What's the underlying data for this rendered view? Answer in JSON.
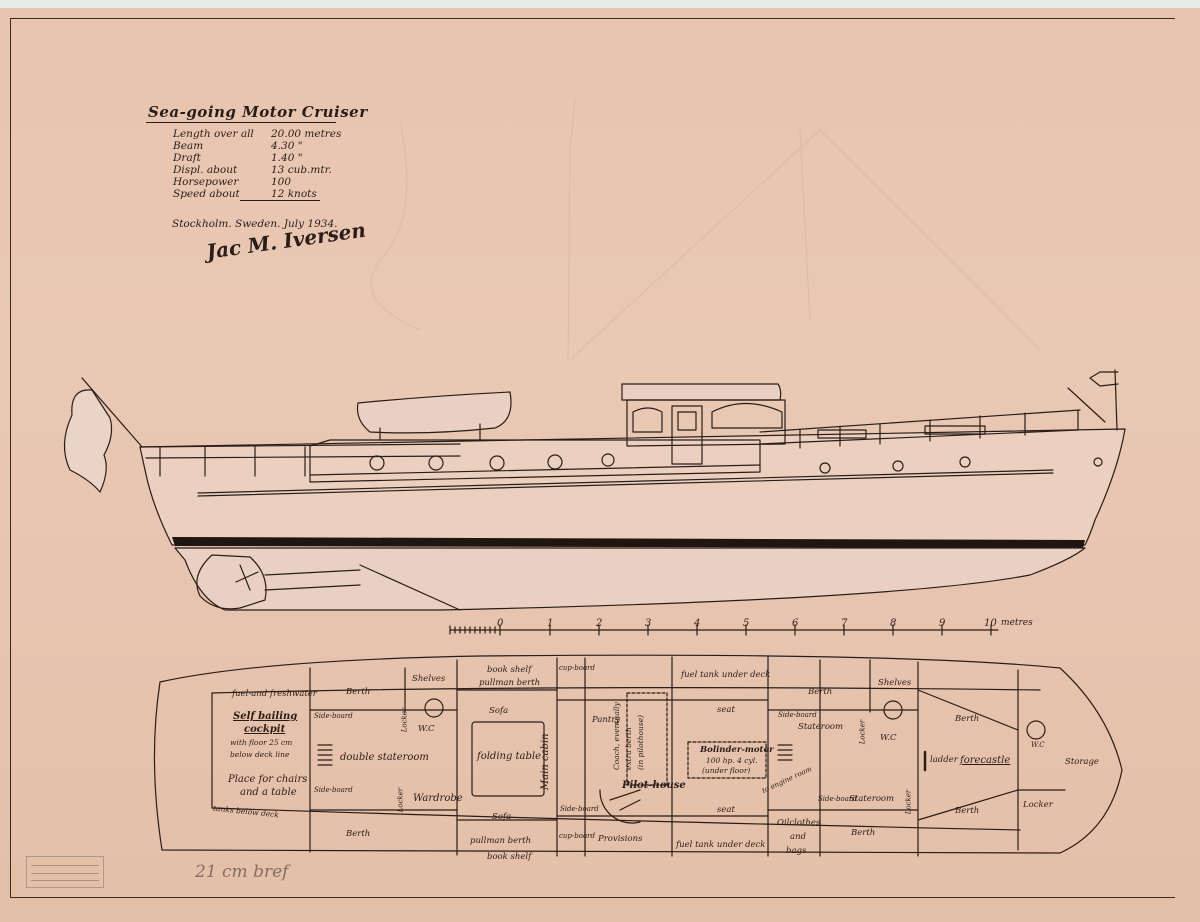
{
  "title": "Sea-going Motor Cruiser",
  "specs": [
    {
      "label": "Length over all",
      "value": "20.00 metres"
    },
    {
      "label": "Beam",
      "value": "4.30 \""
    },
    {
      "label": "Draft",
      "value": "1.40 \""
    },
    {
      "label": "Displ.   about",
      "value": "13 cub.mtr."
    },
    {
      "label": "Horsepower",
      "value": "100"
    },
    {
      "label": "Speed    about",
      "value": "12 knots"
    }
  ],
  "place_date": "Stockholm. Sweden. July 1934.",
  "signature": "Jac M. Iversen",
  "pencil_note": "21 cm bref",
  "scale": {
    "numbers": [
      "0",
      "1",
      "2",
      "3",
      "4",
      "5",
      "6",
      "7",
      "8",
      "9",
      "10"
    ],
    "unit": "metres"
  },
  "plan_labels": {
    "fuel_freshwater": "fuel-and freshwater",
    "berth_port_aft": "Berth",
    "shelves_aft": "Shelves",
    "book_shelf_top": "book shelf",
    "pullman_berth_top": "pullman berth",
    "cupboard_top": "cup-board",
    "fuel_tank_top": "fuel tank under deck",
    "berth_fwd_port": "Berth",
    "shelves_fwd": "Shelves",
    "self_bailing": "Self bailing",
    "cockpit": "cockpit",
    "floor_note_1": "with floor 25 cm",
    "floor_note_2": "below deck line",
    "sideboard_1": "Side-board",
    "wc_aft": "W.C",
    "locker_1": "Locker",
    "sofa_top": "Sofa",
    "pantry": "Pantry",
    "coach_note_1": "Coach, eventually",
    "coach_note_2": "extra berth",
    "coach_note_3": "(in pilothouse)",
    "seat_1": "seat",
    "sideboard_2": "Side-board",
    "stateroom_fwd": "Stateroom",
    "locker_2": "Locker",
    "wc_fwd": "W.C",
    "berth_fwd_room": "Berth",
    "double_stateroom": "double stateroom",
    "folding_table": "folding table",
    "main_cabin": "Main cabin",
    "bolinder_1": "Bolinder-motor",
    "bolinder_2": "100 hp. 4 cyl.",
    "bolinder_3": "(under floor)",
    "ladder": "ladder",
    "forecastle": "forecastle",
    "wc_bow": "W.C",
    "storage": "Storage",
    "place_chairs_1": "Place for chairs",
    "place_chairs_2": "and a table",
    "sideboard_3": "Side-board",
    "locker_3": "Locker",
    "wardrobe": "Wardrobe",
    "pilot_house": "Pilot-house",
    "to_engine": "to engine room",
    "sideboard_4": "Side-board",
    "stateroom_fwd_stbd": "Stateroom",
    "locker_4": "Locker",
    "berth_bow_stbd": "Berth",
    "locker_bow": "Locker",
    "tanks_below": "tanks below deck",
    "sofa_bottom": "Sofa",
    "sideboard_5": "Side-board",
    "seat_2": "seat",
    "berth_stbd_aft": "Berth",
    "pullman_berth_bottom": "pullman berth",
    "cupboard_bottom": "cup-board",
    "provisions": "Provisions",
    "fuel_tank_bottom": "fuel tank under deck",
    "oilclothes_1": "Oilclothes",
    "oilclothes_2": "and",
    "oilclothes_3": "bags",
    "berth_stbd_fwd": "Berth",
    "book_shelf_bottom": "book shelf"
  },
  "colors": {
    "paper": "#e7c4b0",
    "ink": "#2a1d17",
    "pencil": "#6b5a52"
  }
}
